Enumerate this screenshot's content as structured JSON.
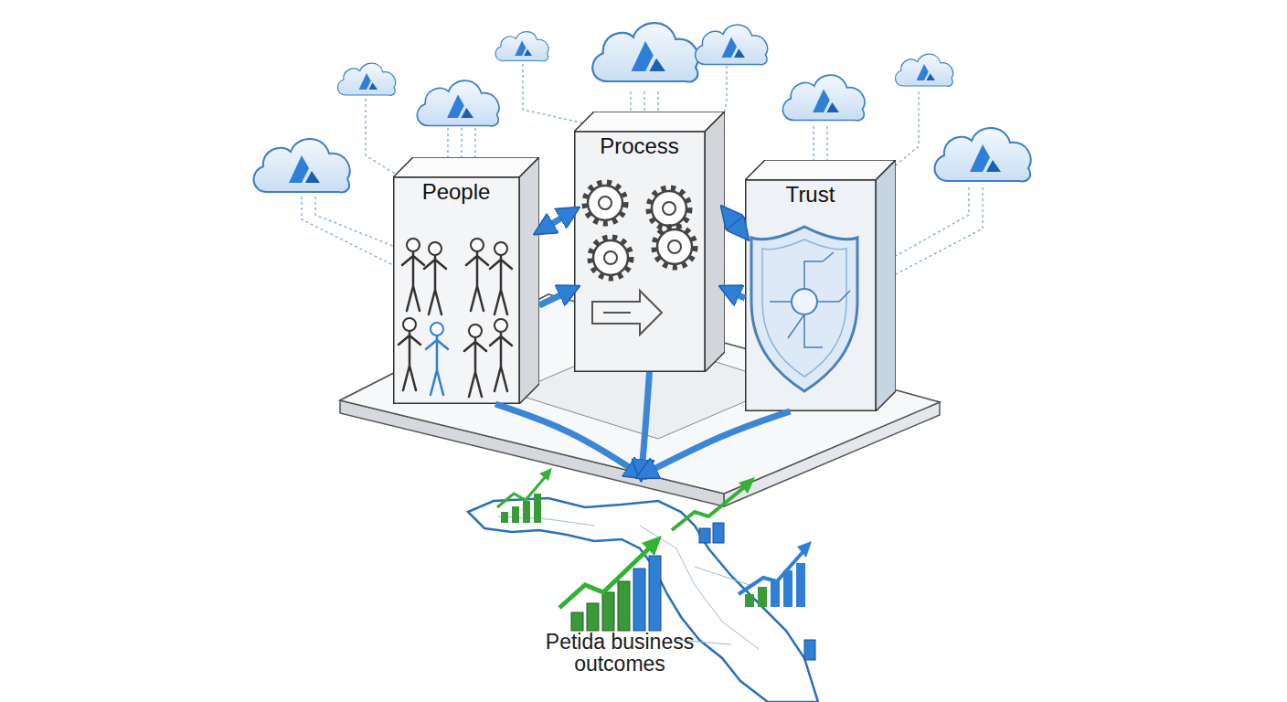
{
  "diagram": {
    "nodes": [
      {
        "text": [
          "People"
        ]
      },
      {
        "text": [
          "Process"
        ]
      },
      {
        "text": [
          "Trust"
        ]
      },
      {
        "text": [
          "Petida business outcomes"
        ]
      }
    ],
    "edges": [
      {
        "from": 0,
        "to": 1,
        "arrow": "both"
      },
      {
        "from": 1,
        "to": 2,
        "arrow": "both"
      },
      {
        "from": 0,
        "to": 1,
        "arrow": "to"
      },
      {
        "from": 2,
        "to": 1,
        "arrow": "to"
      },
      {
        "from": 0,
        "to": 3,
        "arrow": "to"
      },
      {
        "from": 1,
        "to": 3,
        "arrow": "to"
      },
      {
        "from": 2,
        "to": 3,
        "arrow": "to"
      }
    ]
  }
}
